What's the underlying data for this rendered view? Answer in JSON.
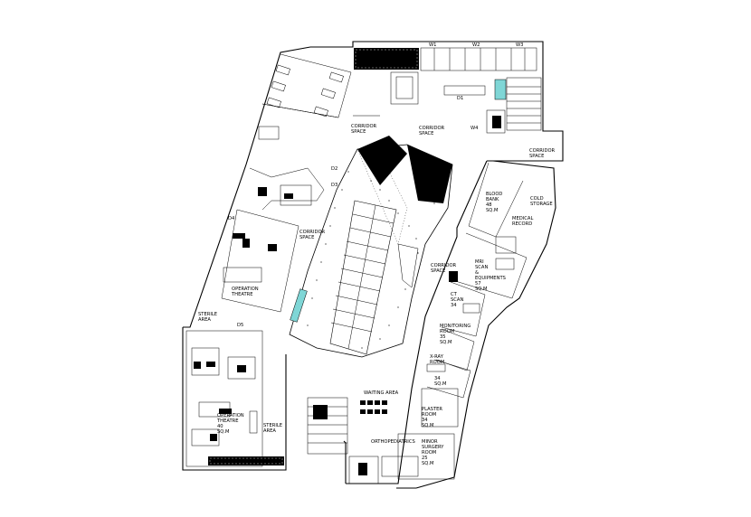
{
  "rooms": {
    "corridor_1": "CORRIDOR\nSPACE",
    "corridor_2": "CORRIDOR\nSPACE",
    "corridor_3": "CORRIDOR\nSPACE",
    "corridor_4": "CORRIDOR\nSPACE",
    "corridor_5": "CORRIDOR\nSPACE",
    "blood_bank": "BLOOD\nBANK\n48\nSQ.M",
    "cold_storage": "COLD\nSTORAGE",
    "medical_record": "MEDICAL\nRECORD",
    "mri": "MRI\nSCAN\n&\nEQUIPMENTS\n57\nSQ.M",
    "ct_scan": "CT\nSCAN\n34",
    "monitoring": "MONITORING\nROOM\n35\nSQ.M",
    "xray": "X-RAY\nROOM",
    "xray_area": "34\nSQ.M",
    "plaster": "PLASTER\nROOM\n34\nSQ.M",
    "ortho": "ORTHOPEDIATRICS",
    "minor_surgery": "MINOR\nSURGERY\nROOM\n25\nSQ.M",
    "waiting": "WAITING AREA",
    "op_theatre_1": "OPERATION\nTHEATRE",
    "op_theatre_2": "OPERATION\nTHEATRE\n40\nSQ.M",
    "sterile_1": "STERILE\nAREA",
    "sterile_2": "STERILE\nAREA"
  },
  "tags": {
    "d1": "D1",
    "d2": "D2",
    "d3": "D3",
    "d4": "D4",
    "d5": "D5",
    "w1": "W1",
    "w2": "W2",
    "w3": "W3",
    "w4": "W4"
  }
}
